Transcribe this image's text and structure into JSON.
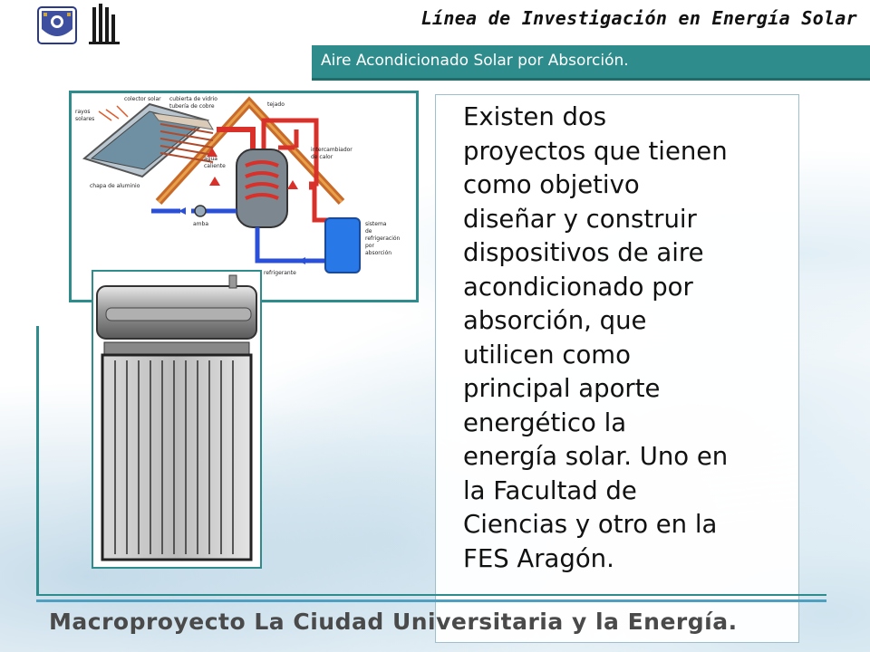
{
  "header": {
    "title": "Línea de Investigación en Energía Solar",
    "subtitle": "Aire Acondicionado Solar por Absorción."
  },
  "diagram": {
    "labels": {
      "rayos": "rayos",
      "solares": "solares",
      "colector": "colector solar",
      "cubierta": "cubierta de vidrio",
      "tuberia": "tubería de cobre",
      "tejado": "tejado",
      "agua1": "agua",
      "agua2": "caliente",
      "intercambiador1": "intercambiador",
      "intercambiador2": "de calor",
      "chapa": "chapa de aluminio",
      "bomba": "amba",
      "sistema1": "sistema",
      "sistema2": "de",
      "sistema3": "refrigeración",
      "sistema4": "por",
      "sistema5": "absorción",
      "refrigerante": "refrigerante"
    }
  },
  "body": {
    "lines": [
      "Existen dos",
      "proyectos que tienen",
      "como objetivo",
      "diseñar y construir",
      "dispositivos de aire",
      "acondicionado por",
      "absorción, que",
      "utilicen como",
      "principal aporte",
      "energético  la",
      "energía solar. Uno en",
      "la Facultad de",
      "Ciencias y otro en la",
      "FES Aragón."
    ]
  },
  "footer": {
    "text": "Macroproyecto La Ciudad Universitaria y la Energía."
  },
  "colors": {
    "accent": "#2f8c8c",
    "hot": "#d9302a",
    "cold": "#2a4fd9"
  }
}
